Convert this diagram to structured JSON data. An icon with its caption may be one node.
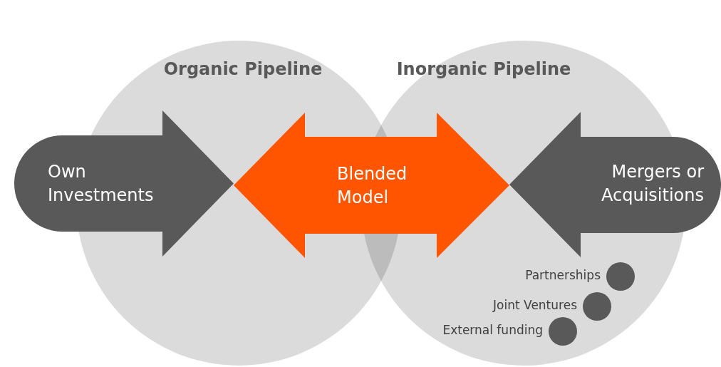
{
  "diagram": {
    "nodes": [
      {
        "text": [
          "Organic Pipeline"
        ]
      },
      {
        "text": [
          "Inorganic Pipeline"
        ]
      },
      {
        "text": [
          "Own Investments"
        ]
      },
      {
        "text": [
          "Blended Model"
        ]
      },
      {
        "text": [
          "Mergers or Acquisitions"
        ]
      },
      {
        "text": [],
        "shape": "circle",
        "in": 1,
        "beside": [
          "Partnerships"
        ]
      },
      {
        "text": [],
        "shape": "circle",
        "in": 1,
        "beside": [
          "Joint Ventures"
        ]
      },
      {
        "text": [],
        "shape": "circle",
        "in": 1,
        "beside": [
          "External funding"
        ]
      }
    ]
  }
}
